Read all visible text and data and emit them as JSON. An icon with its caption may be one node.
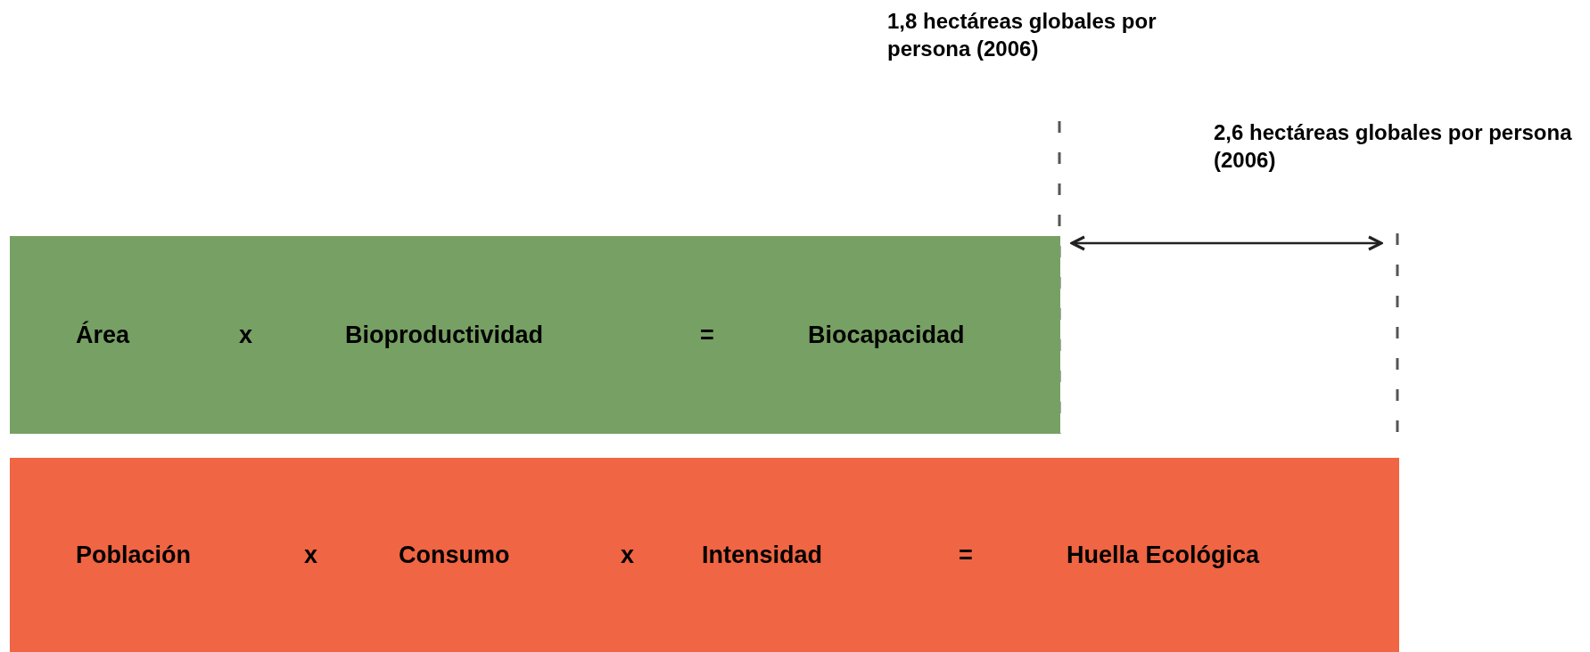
{
  "diagram": {
    "nodes": [
      {
        "text": [
          "Área",
          "x",
          "Bioproductividad",
          "=",
          "Biocapacidad"
        ]
      },
      {
        "text": [
          "Población",
          "x",
          "Consumo",
          "x",
          "Intensidad",
          "=",
          "Huella Ecológica"
        ]
      }
    ],
    "labels": [
      "1,8 hectáreas globales por persona (2006)",
      "2,6 hectáreas globales por persona (2006)"
    ]
  }
}
